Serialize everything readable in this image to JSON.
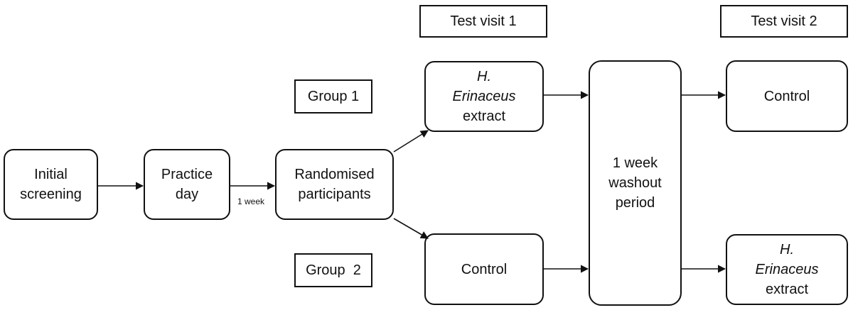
{
  "headers": {
    "visit1": "Test visit 1",
    "visit2": "Test visit 2"
  },
  "groups": {
    "group1": "Group 1",
    "group2": "Group  2"
  },
  "nodes": {
    "initial_screening": [
      "Initial",
      "screening"
    ],
    "practice_day": [
      "Practice",
      "day"
    ],
    "randomised": [
      "Randomised",
      "participants"
    ],
    "visit1_group1": [
      "H.",
      "Erinaceus",
      "extract"
    ],
    "visit1_group2": [
      "Control"
    ],
    "washout": [
      "1 week",
      "washout",
      "period"
    ],
    "visit2_group1": [
      "Control"
    ],
    "visit2_group2": [
      "H.",
      "Erinaceus",
      "extract"
    ]
  },
  "edge_labels": {
    "one_week": "1 week"
  }
}
